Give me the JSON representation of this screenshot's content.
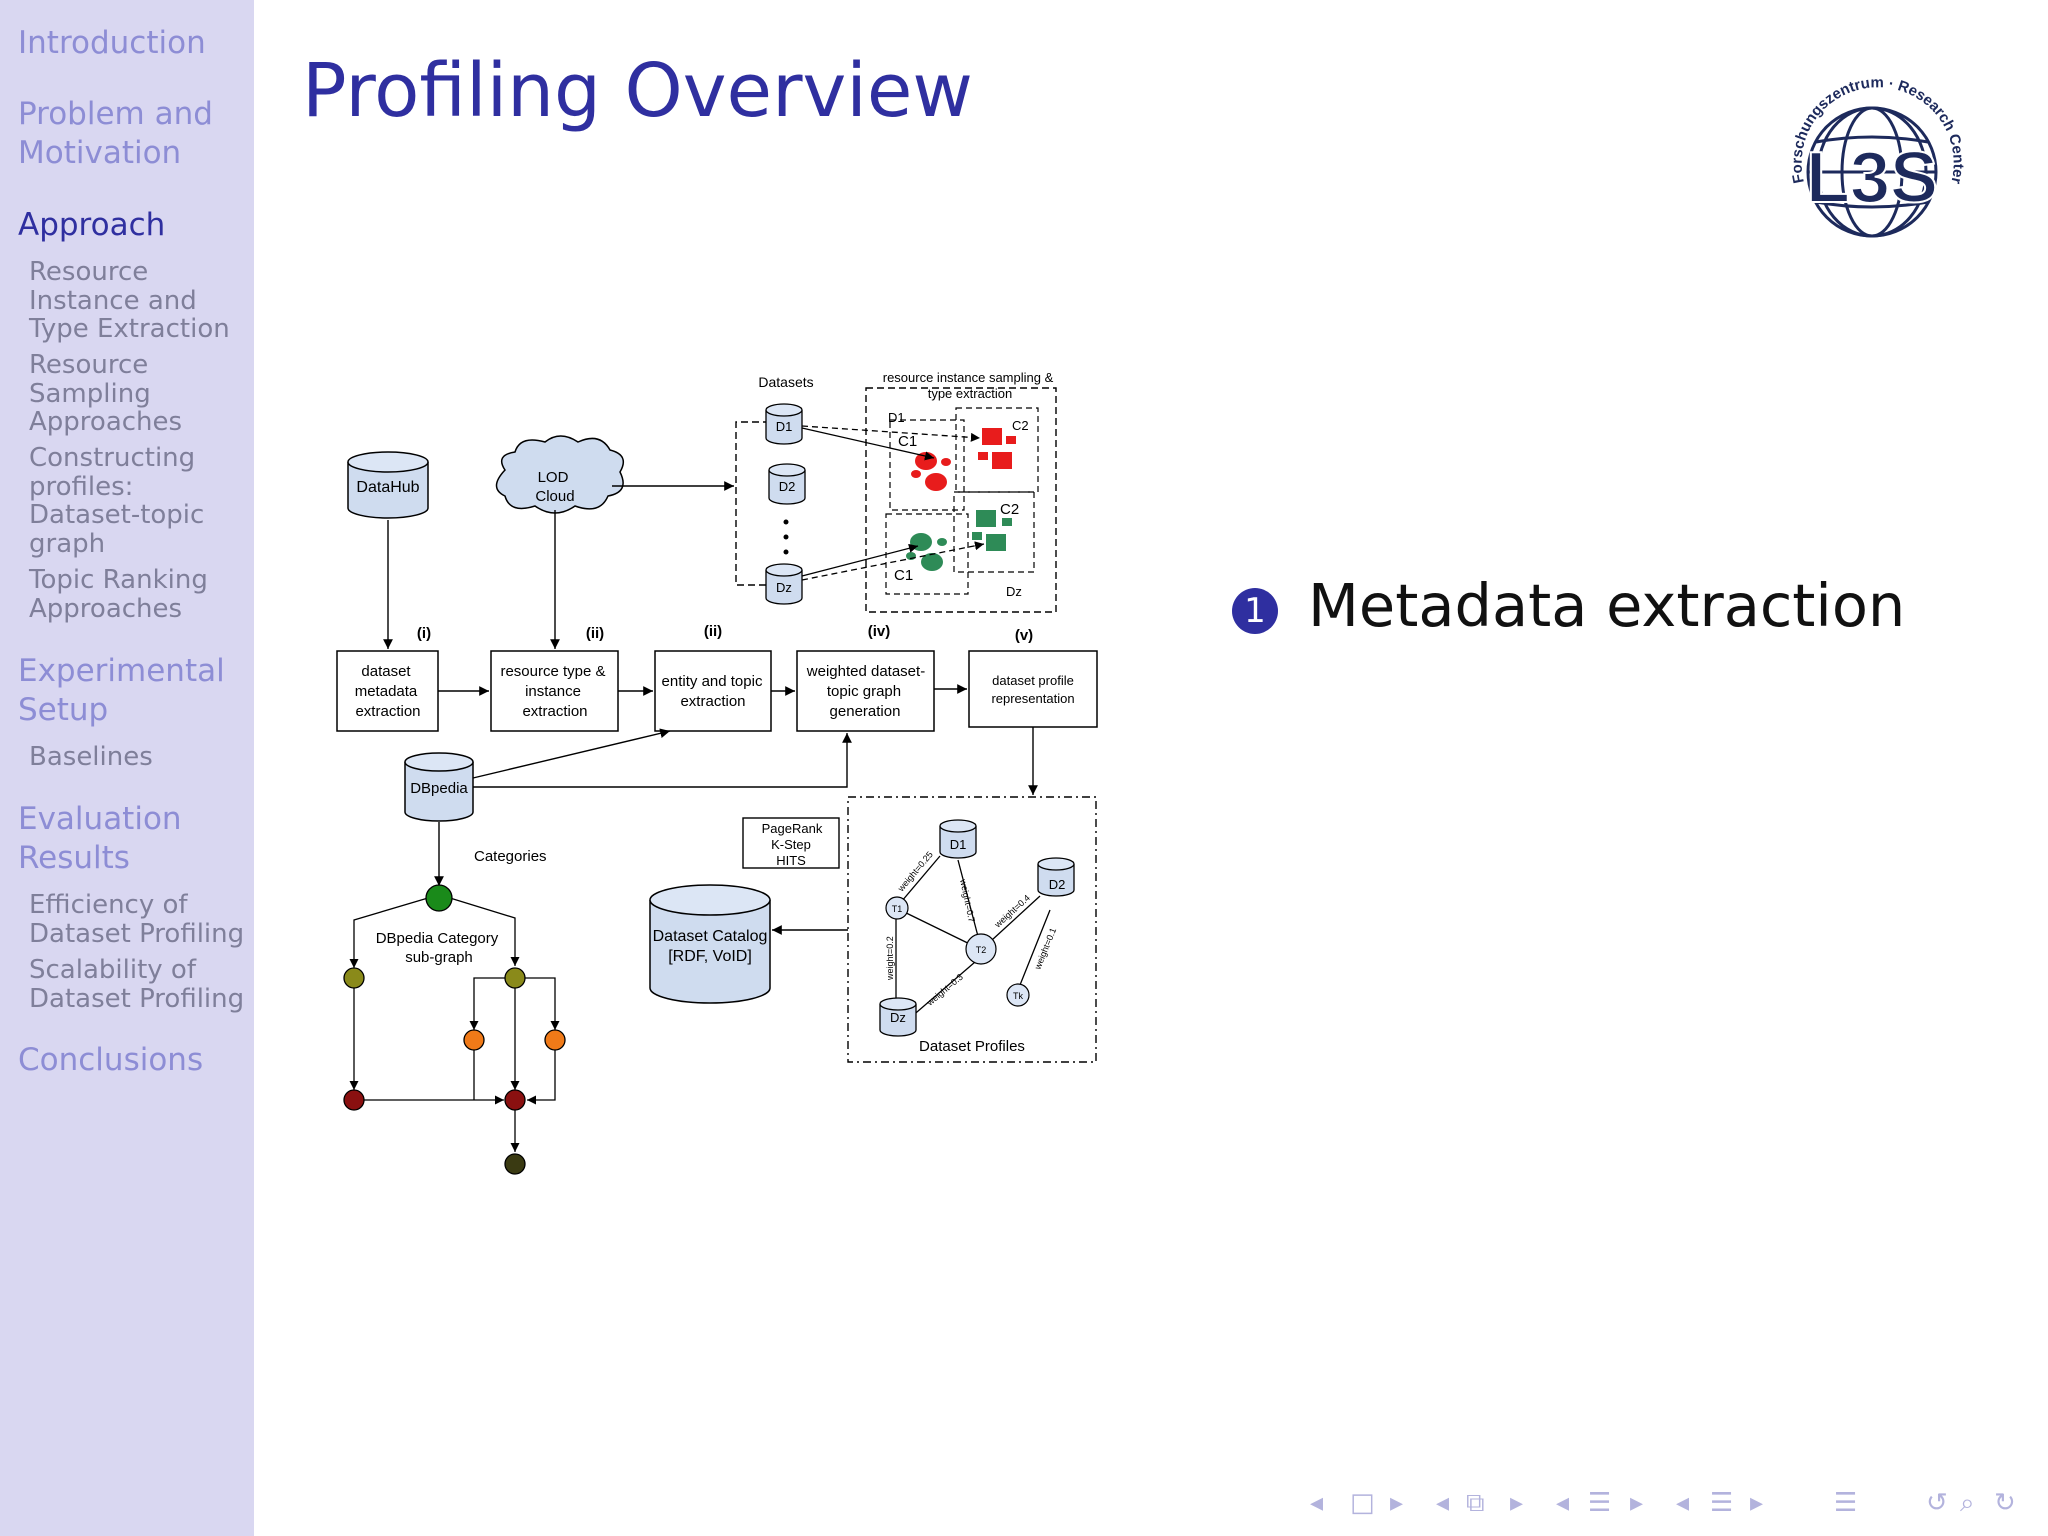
{
  "slide": {
    "title": "Profiling Overview",
    "bullet": {
      "number": "1",
      "text": "Metadata extraction"
    }
  },
  "sidebar": {
    "sections": [
      {
        "label": "Introduction",
        "active": false
      },
      {
        "label": "Problem and\nMotivation",
        "active": false
      },
      {
        "label": "Approach",
        "active": true
      },
      {
        "label": "Experimental\nSetup",
        "active": false
      },
      {
        "label": "Evaluation\nResults",
        "active": false
      },
      {
        "label": "Conclusions",
        "active": false
      }
    ],
    "subsections": [
      {
        "label": "Resource\nInstance and\nType Extraction"
      },
      {
        "label": "Resource\nSampling\nApproaches"
      },
      {
        "label": "Constructing\nprofiles:\nDataset-topic\ngraph"
      },
      {
        "label": "Topic Ranking\nApproaches"
      },
      {
        "label": "Baselines"
      },
      {
        "label": "Efficiency of\nDataset Profiling"
      },
      {
        "label": "Scalability of\nDataset Profiling"
      }
    ]
  },
  "logo": {
    "text": "L3S",
    "ring_text": "Forschungszentrum · Research Center",
    "color": "#1d2a5c"
  },
  "diagram": {
    "datahub": "DataHub",
    "lod_cloud": [
      "LOD",
      "Cloud"
    ],
    "datasets_label": "Datasets",
    "d1": "D1",
    "d2": "D2",
    "dz": "Dz",
    "sampling_title": [
      "resource instance sampling &",
      "type extraction"
    ],
    "c1": "C1",
    "c2": "C2",
    "step_labels": [
      "(i)",
      "(ii)",
      "(ii)",
      "(iv)",
      "(v)"
    ],
    "steps": [
      [
        "dataset",
        "metadata",
        "extraction"
      ],
      [
        "resource type &",
        "instance",
        "extraction"
      ],
      [
        "entity and topic",
        "extraction"
      ],
      [
        "weighted dataset-",
        "topic graph",
        "generation"
      ],
      [
        "dataset profile",
        "representation"
      ]
    ],
    "dbpedia": "DBpedia",
    "categories": "Categories",
    "category_subgraph": [
      "DBpedia Category",
      "sub-graph"
    ],
    "ranking": [
      "PageRank",
      "K-Step",
      "HITS"
    ],
    "catalog": [
      "Dataset Catalog",
      "[RDF, VoID]"
    ],
    "t1": "T1",
    "t2": "T2",
    "tk": "Tk",
    "weights": [
      "weight=0.25",
      "weight=0.7",
      "weight=0.4",
      "weight=0.2",
      "weight=0.1",
      "weight=0.3"
    ],
    "profiles": "Dataset Profiles"
  },
  "colors": {
    "accent": "#2f2fa0",
    "sidebar_bg": "#d9d7f1",
    "sidebar_link": "#8d8dd5",
    "nav": "#b3b3dd"
  },
  "nav": {
    "icons": [
      "first-frame-icon",
      "frame-icon",
      "next-frame-icon",
      "prev-slide-icon",
      "slide-icon",
      "next-slide-icon",
      "prev-section-icon",
      "section-icon",
      "next-section-icon",
      "prev-subsection-icon",
      "subsection-icon",
      "next-subsection-icon",
      "document-icon",
      "back-icon",
      "search-icon",
      "forward-icon"
    ]
  }
}
